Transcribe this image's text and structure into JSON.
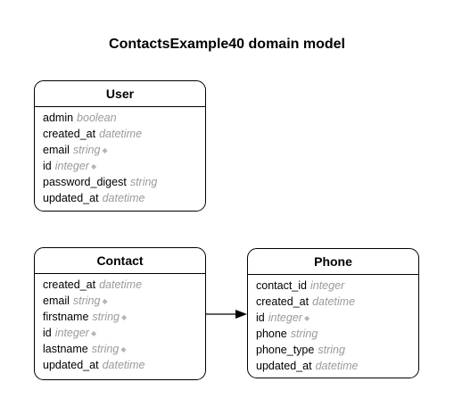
{
  "title": "ContactsExample40 domain model",
  "entities": {
    "user": {
      "name": "User",
      "attributes": [
        {
          "name": "admin",
          "type": "boolean",
          "mark": ""
        },
        {
          "name": "created_at",
          "type": "datetime",
          "mark": ""
        },
        {
          "name": "email",
          "type": "string",
          "mark": "◆"
        },
        {
          "name": "id",
          "type": "integer",
          "mark": "◆"
        },
        {
          "name": "password_digest",
          "type": "string",
          "mark": ""
        },
        {
          "name": "updated_at",
          "type": "datetime",
          "mark": ""
        }
      ]
    },
    "contact": {
      "name": "Contact",
      "attributes": [
        {
          "name": "created_at",
          "type": "datetime",
          "mark": ""
        },
        {
          "name": "email",
          "type": "string",
          "mark": "◆"
        },
        {
          "name": "firstname",
          "type": "string",
          "mark": "◆"
        },
        {
          "name": "id",
          "type": "integer",
          "mark": "◆"
        },
        {
          "name": "lastname",
          "type": "string",
          "mark": "◆"
        },
        {
          "name": "updated_at",
          "type": "datetime",
          "mark": ""
        }
      ]
    },
    "phone": {
      "name": "Phone",
      "attributes": [
        {
          "name": "contact_id",
          "type": "integer",
          "mark": ""
        },
        {
          "name": "created_at",
          "type": "datetime",
          "mark": ""
        },
        {
          "name": "id",
          "type": "integer",
          "mark": "◆"
        },
        {
          "name": "phone",
          "type": "string",
          "mark": ""
        },
        {
          "name": "phone_type",
          "type": "string",
          "mark": ""
        },
        {
          "name": "updated_at",
          "type": "datetime",
          "mark": ""
        }
      ]
    }
  },
  "relations": [
    {
      "from": "Contact",
      "to": "Phone",
      "kind": "has many"
    }
  ]
}
